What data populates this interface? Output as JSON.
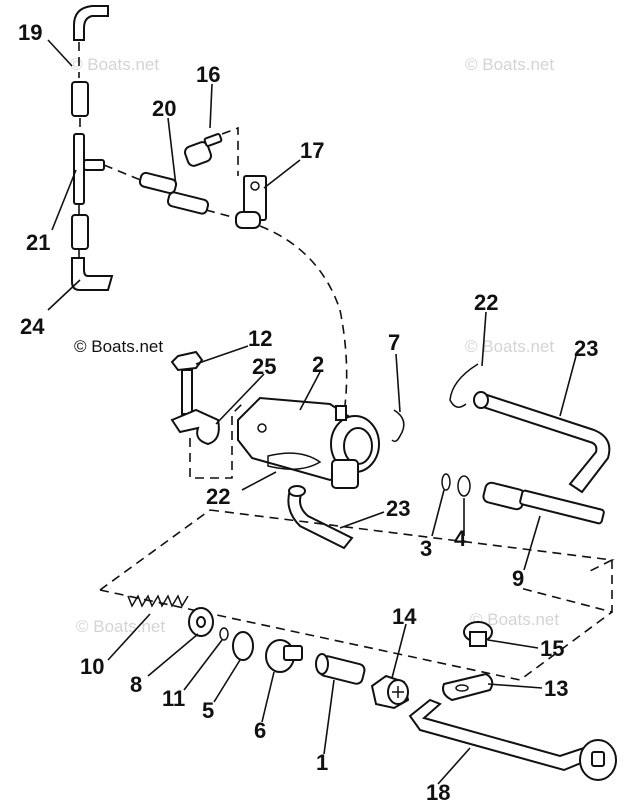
{
  "watermarks": {
    "top_left": "© Boats.net",
    "top_right": "© Boats.net",
    "mid_left": "© Boats.net",
    "mid_right": "© Boats.net",
    "low_left": "© Boats.net",
    "low_right": "© Boats.net"
  },
  "callouts": {
    "c1": "1",
    "c2": "2",
    "c3": "3",
    "c4": "4",
    "c5": "5",
    "c6": "6",
    "c7": "7",
    "c8": "8",
    "c9": "9",
    "c10": "10",
    "c11": "11",
    "c12": "12",
    "c13": "13",
    "c14": "14",
    "c15": "15",
    "c16": "16",
    "c17": "17",
    "c18": "18",
    "c19": "19",
    "c20": "20",
    "c21": "21",
    "c22a": "22",
    "c22b": "22",
    "c23a": "23",
    "c23b": "23",
    "c24": "24",
    "c25": "25"
  }
}
